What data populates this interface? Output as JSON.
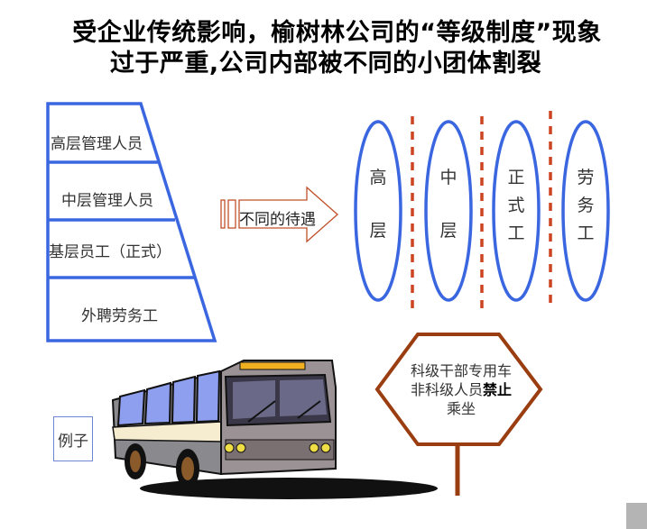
{
  "title": {
    "line1": "受企业传统影响，榆树林公司的“等级制度”现象",
    "line2": "过于严重,公司内部被不同的小团体割裂"
  },
  "pyramid": {
    "levels": [
      {
        "label": "高层管理人员"
      },
      {
        "label": "中层管理人员"
      },
      {
        "label": "基层员工（正式）"
      },
      {
        "label": "外聘劳务工"
      }
    ],
    "stroke_color": "#3a66e0"
  },
  "arrow": {
    "label": "不同的待遇",
    "stroke_color": "#c0502a"
  },
  "groups": {
    "ovals": [
      {
        "chars": [
          "高",
          "层"
        ]
      },
      {
        "chars": [
          "中",
          "层"
        ]
      },
      {
        "chars": [
          "正",
          "式",
          "工"
        ]
      },
      {
        "chars": [
          "劳",
          "务",
          "工"
        ]
      }
    ],
    "oval_color": "#3a66e0",
    "divider_color": "#cc4422"
  },
  "sign": {
    "line1": "科级干部专用车",
    "line2_prefix": "非科级人员",
    "line2_bold": "禁止",
    "line3": "乘坐",
    "color": "#9a3d10"
  },
  "example": {
    "label": "例子",
    "image": "bus-illustration"
  }
}
